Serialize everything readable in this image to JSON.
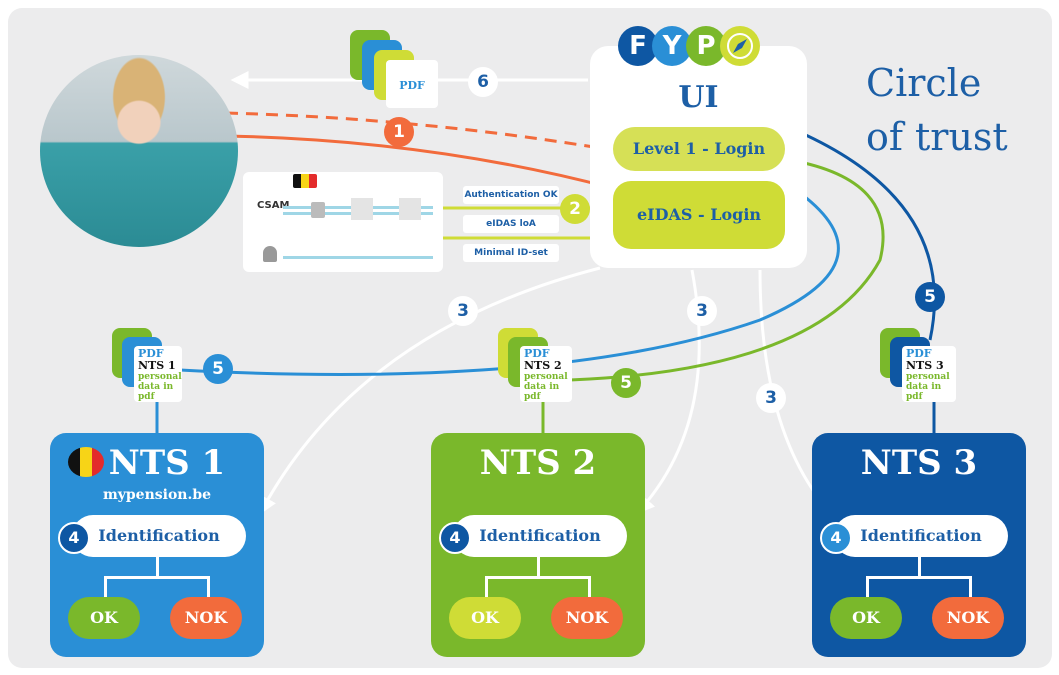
{
  "header": {
    "logo_letters": [
      "F",
      "Y",
      "P"
    ],
    "ui_title": "UI",
    "level1_login": "Level 1 - Login",
    "eidas_login": "eIDAS - Login",
    "circle_of_trust_line1": "Circle",
    "circle_of_trust_line2": "of trust"
  },
  "auth_tags": [
    "Authentication OK",
    "eIDAS loA",
    "Minimal ID-set"
  ],
  "pdf_label": "PDF",
  "step_numbers": {
    "one": "1",
    "two": "2",
    "three": "3",
    "four": "4",
    "five": "5",
    "six": "6"
  },
  "nts": [
    {
      "title": "NTS 1",
      "subtitle": "mypension.be",
      "identification": "Identification",
      "ok": "OK",
      "nok": "NOK",
      "doc_pdf": "PDF",
      "doc_nts": "NTS 1",
      "doc_data1": "personal",
      "doc_data2": "data in pdf"
    },
    {
      "title": "NTS 2",
      "subtitle": "",
      "identification": "Identification",
      "ok": "OK",
      "nok": "NOK",
      "doc_pdf": "PDF",
      "doc_nts": "NTS 2",
      "doc_data1": "personal",
      "doc_data2": "data in pdf"
    },
    {
      "title": "NTS 3",
      "subtitle": "",
      "identification": "Identification",
      "ok": "OK",
      "nok": "NOK",
      "doc_pdf": "PDF",
      "doc_nts": "NTS 3",
      "doc_data1": "personal",
      "doc_data2": "data in pdf"
    }
  ],
  "csam_label": "CSAM",
  "colors": {
    "blue_dark": "#0e57a3",
    "blue_light": "#2a8fd6",
    "green": "#7ab82b",
    "lime": "#cfdc36",
    "orange": "#f26b3c",
    "text_blue": "#1d5fa6"
  }
}
